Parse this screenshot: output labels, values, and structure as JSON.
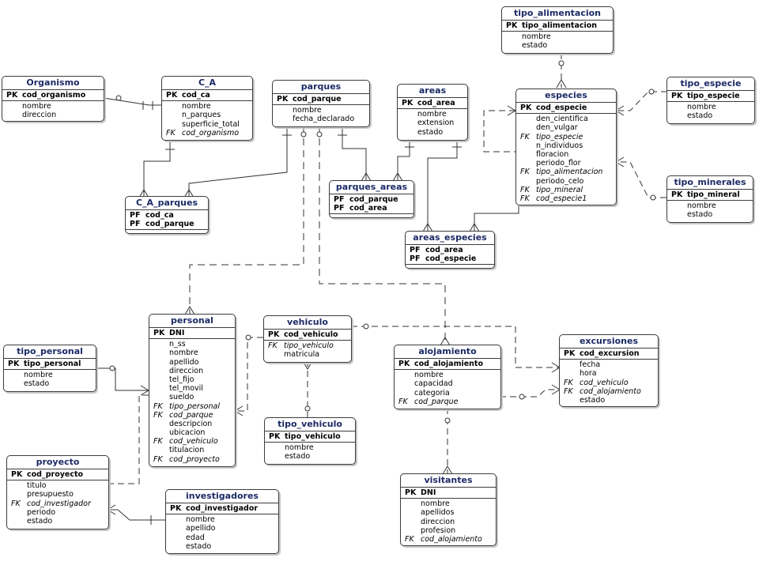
{
  "entities": {
    "organismo": {
      "name": "Organismo",
      "keys": [
        [
          "PK",
          "cod_organismo"
        ]
      ],
      "attrs": [
        [
          "",
          "nombre"
        ],
        [
          "",
          "direccion"
        ]
      ]
    },
    "c_a": {
      "name": "C_A",
      "keys": [
        [
          "PK",
          "cod_ca"
        ]
      ],
      "attrs": [
        [
          "",
          "nombre"
        ],
        [
          "",
          "n_parques"
        ],
        [
          "",
          "superficie_total"
        ],
        [
          "FK",
          "cod_organismo"
        ]
      ]
    },
    "parques": {
      "name": "parques",
      "keys": [
        [
          "PK",
          "cod_parque"
        ]
      ],
      "attrs": [
        [
          "",
          "nombre"
        ],
        [
          "",
          "fecha_declarado"
        ]
      ]
    },
    "areas": {
      "name": "areas",
      "keys": [
        [
          "PK",
          "cod_area"
        ]
      ],
      "attrs": [
        [
          "",
          "nombre"
        ],
        [
          "",
          "extension"
        ],
        [
          "",
          "estado"
        ]
      ]
    },
    "tipo_alimentacion": {
      "name": "tipo_alimentacion",
      "keys": [
        [
          "PK",
          "tipo_alimentacion"
        ]
      ],
      "attrs": [
        [
          "",
          "nombre"
        ],
        [
          "",
          "estado"
        ]
      ]
    },
    "especies": {
      "name": "especies",
      "keys": [
        [
          "PK",
          "cod_especie"
        ]
      ],
      "attrs": [
        [
          "",
          "den_cientifica"
        ],
        [
          "",
          "den_vulgar"
        ],
        [
          "FK",
          "tipo_especie"
        ],
        [
          "",
          "n_individuos"
        ],
        [
          "",
          "floracion"
        ],
        [
          "",
          "periodo_flor"
        ],
        [
          "FK",
          "tipo_alimentacion"
        ],
        [
          "",
          "periodo_celo"
        ],
        [
          "FK",
          "tipo_mineral"
        ],
        [
          "FK",
          "cod_especie1"
        ]
      ]
    },
    "tipo_especie": {
      "name": "tipo_especie",
      "keys": [
        [
          "PK",
          "tipo_especie"
        ]
      ],
      "attrs": [
        [
          "",
          "nombre"
        ],
        [
          "",
          "estado"
        ]
      ]
    },
    "tipo_minerales": {
      "name": "tipo_minerales",
      "keys": [
        [
          "PK",
          "tipo_mineral"
        ]
      ],
      "attrs": [
        [
          "",
          "nombre"
        ],
        [
          "",
          "estado"
        ]
      ]
    },
    "c_a_parques": {
      "name": "C_A_parques",
      "keys": [
        [
          "PF",
          "cod_ca"
        ],
        [
          "PF",
          "cod_parque"
        ]
      ],
      "attrs": []
    },
    "parques_areas": {
      "name": "parques_areas",
      "keys": [
        [
          "PF",
          "cod_parque"
        ],
        [
          "PF",
          "cod_area"
        ]
      ],
      "attrs": []
    },
    "areas_especies": {
      "name": "areas_especies",
      "keys": [
        [
          "PF",
          "cod_area"
        ],
        [
          "PF",
          "cod_especie"
        ]
      ],
      "attrs": []
    },
    "personal": {
      "name": "personal",
      "keys": [
        [
          "PK",
          "DNI"
        ]
      ],
      "attrs": [
        [
          "",
          "n_ss"
        ],
        [
          "",
          "nombre"
        ],
        [
          "",
          "apellido"
        ],
        [
          "",
          "direccion"
        ],
        [
          "",
          "tel_fijo"
        ],
        [
          "",
          "tel_movil"
        ],
        [
          "",
          "sueldo"
        ],
        [
          "FK",
          "tipo_personal"
        ],
        [
          "FK",
          "cod_parque"
        ],
        [
          "",
          "descripcion"
        ],
        [
          "",
          "ubicacion"
        ],
        [
          "FK",
          "cod_vehiculo"
        ],
        [
          "",
          "titulacion"
        ],
        [
          "FK",
          "cod_proyecto"
        ]
      ]
    },
    "vehiculo": {
      "name": "vehiculo",
      "keys": [
        [
          "PK",
          "cod_vehiculo"
        ]
      ],
      "attrs": [
        [
          "FK",
          "tipo_vehiculo"
        ],
        [
          "",
          "matricula"
        ]
      ]
    },
    "tipo_vehiculo": {
      "name": "tipo_vehiculo",
      "keys": [
        [
          "PK",
          "tipo_vehiculo"
        ]
      ],
      "attrs": [
        [
          "",
          "nombre"
        ],
        [
          "",
          "estado"
        ]
      ]
    },
    "alojamiento": {
      "name": "alojamiento",
      "keys": [
        [
          "PK",
          "cod_alojamiento"
        ]
      ],
      "attrs": [
        [
          "",
          "nombre"
        ],
        [
          "",
          "capacidad"
        ],
        [
          "",
          "categoria"
        ],
        [
          "FK",
          "cod_parque"
        ]
      ]
    },
    "excursiones": {
      "name": "excursiones",
      "keys": [
        [
          "PK",
          "cod_excursion"
        ]
      ],
      "attrs": [
        [
          "",
          "fecha"
        ],
        [
          "",
          "hora"
        ],
        [
          "FK",
          "cod_vehiculo"
        ],
        [
          "FK",
          "cod_alojamiento"
        ],
        [
          "",
          "estado"
        ]
      ]
    },
    "tipo_personal": {
      "name": "tipo_personal",
      "keys": [
        [
          "PK",
          "tipo_personal"
        ]
      ],
      "attrs": [
        [
          "",
          "nombre"
        ],
        [
          "",
          "estado"
        ]
      ]
    },
    "proyecto": {
      "name": "proyecto",
      "keys": [
        [
          "PK",
          "cod_proyecto"
        ]
      ],
      "attrs": [
        [
          "",
          "titulo"
        ],
        [
          "",
          "presupuesto"
        ],
        [
          "FK",
          "cod_investigador"
        ],
        [
          "",
          "periodo"
        ],
        [
          "",
          "estado"
        ]
      ]
    },
    "investigadores": {
      "name": "investigadores",
      "keys": [
        [
          "PK",
          "cod_investigador"
        ]
      ],
      "attrs": [
        [
          "",
          "nombre"
        ],
        [
          "",
          "apellido"
        ],
        [
          "",
          "edad"
        ],
        [
          "",
          "estado"
        ]
      ]
    },
    "visitantes": {
      "name": "visitantes",
      "keys": [
        [
          "PK",
          "DNI"
        ]
      ],
      "attrs": [
        [
          "",
          "nombre"
        ],
        [
          "",
          "apellidos"
        ],
        [
          "",
          "direccion"
        ],
        [
          "",
          "profesion"
        ],
        [
          "FK",
          "cod_alojamiento"
        ]
      ]
    }
  },
  "relationships": [
    {
      "from": "organismo",
      "to": "c_a",
      "identifying": true
    },
    {
      "from": "c_a",
      "to": "c_a_parques",
      "identifying": true
    },
    {
      "from": "parques",
      "to": "c_a_parques",
      "identifying": true
    },
    {
      "from": "parques",
      "to": "parques_areas",
      "identifying": true
    },
    {
      "from": "areas",
      "to": "parques_areas",
      "identifying": true
    },
    {
      "from": "areas",
      "to": "areas_especies",
      "identifying": true
    },
    {
      "from": "especies",
      "to": "areas_especies",
      "identifying": true
    },
    {
      "from": "tipo_alimentacion",
      "to": "especies",
      "identifying": false
    },
    {
      "from": "tipo_especie",
      "to": "especies",
      "identifying": false
    },
    {
      "from": "tipo_minerales",
      "to": "especies",
      "identifying": false
    },
    {
      "from": "especies",
      "to": "especies",
      "identifying": false
    },
    {
      "from": "parques",
      "to": "personal",
      "identifying": false
    },
    {
      "from": "parques",
      "to": "alojamiento",
      "identifying": false
    },
    {
      "from": "tipo_personal",
      "to": "personal",
      "identifying": false
    },
    {
      "from": "vehiculo",
      "to": "personal",
      "identifying": false
    },
    {
      "from": "tipo_vehiculo",
      "to": "vehiculo",
      "identifying": false
    },
    {
      "from": "vehiculo",
      "to": "excursiones",
      "identifying": false
    },
    {
      "from": "alojamiento",
      "to": "excursiones",
      "identifying": false
    },
    {
      "from": "alojamiento",
      "to": "visitantes",
      "identifying": false
    },
    {
      "from": "proyecto",
      "to": "personal",
      "identifying": false
    },
    {
      "from": "investigadores",
      "to": "proyecto",
      "identifying": false
    }
  ]
}
